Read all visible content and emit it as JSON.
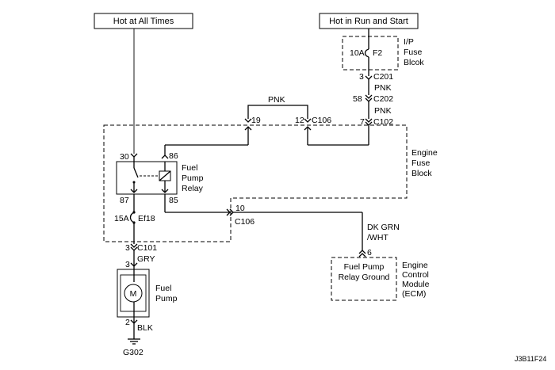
{
  "power_sources": {
    "hot_at_all_times": "Hot at All Times",
    "hot_in_run_start": "Hot in Run and Start"
  },
  "ip_fuse_block": {
    "fuse_rating": "10A",
    "fuse_id": "F2",
    "title_line1": "I/P",
    "title_line2": "Fuse",
    "title_line3": "Blcok"
  },
  "connectors": {
    "c201_pin": "3",
    "c201": "C201",
    "c202_pin": "58",
    "c202": "C202",
    "c102_pin": "7",
    "c102": "C102",
    "c106_pin19": "19",
    "c106_pin12": "12",
    "c106_top": "C106",
    "c106_pin10": "10",
    "c106_bottom": "C106",
    "c101_pin": "3",
    "c101": "C101",
    "pump_pin_top": "3",
    "pump_pin_bottom": "2",
    "ecm_pin": "6"
  },
  "wires": {
    "pnk_top": "PNK",
    "pnk_mid": "PNK",
    "pnk_loop": "PNK",
    "dk_grn_line1": "DK GRN",
    "dk_grn_line2": "/WHT",
    "gry": "GRY",
    "blk": "BLK"
  },
  "engine_fuse_block": {
    "title_line1": "Engine",
    "title_line2": "Fuse",
    "title_line3": "Block"
  },
  "relay": {
    "pin30": "30",
    "pin86": "86",
    "pin87": "87",
    "pin85": "85",
    "label_line1": "Fuel",
    "label_line2": "Pump",
    "label_line3": "Relay"
  },
  "fuse_ef18": {
    "rating": "15A",
    "id": "Ef18"
  },
  "fuel_pump": {
    "motor_symbol": "M",
    "label_line1": "Fuel",
    "label_line2": "Pump"
  },
  "ground": {
    "id": "G302"
  },
  "ecm": {
    "box_line1": "Fuel Pump",
    "box_line2": "Relay Ground",
    "title_line1": "Engine",
    "title_line2": "Control",
    "title_line3": "Module",
    "title_line4": "(ECM)"
  },
  "figure_id": "J3B11F24"
}
